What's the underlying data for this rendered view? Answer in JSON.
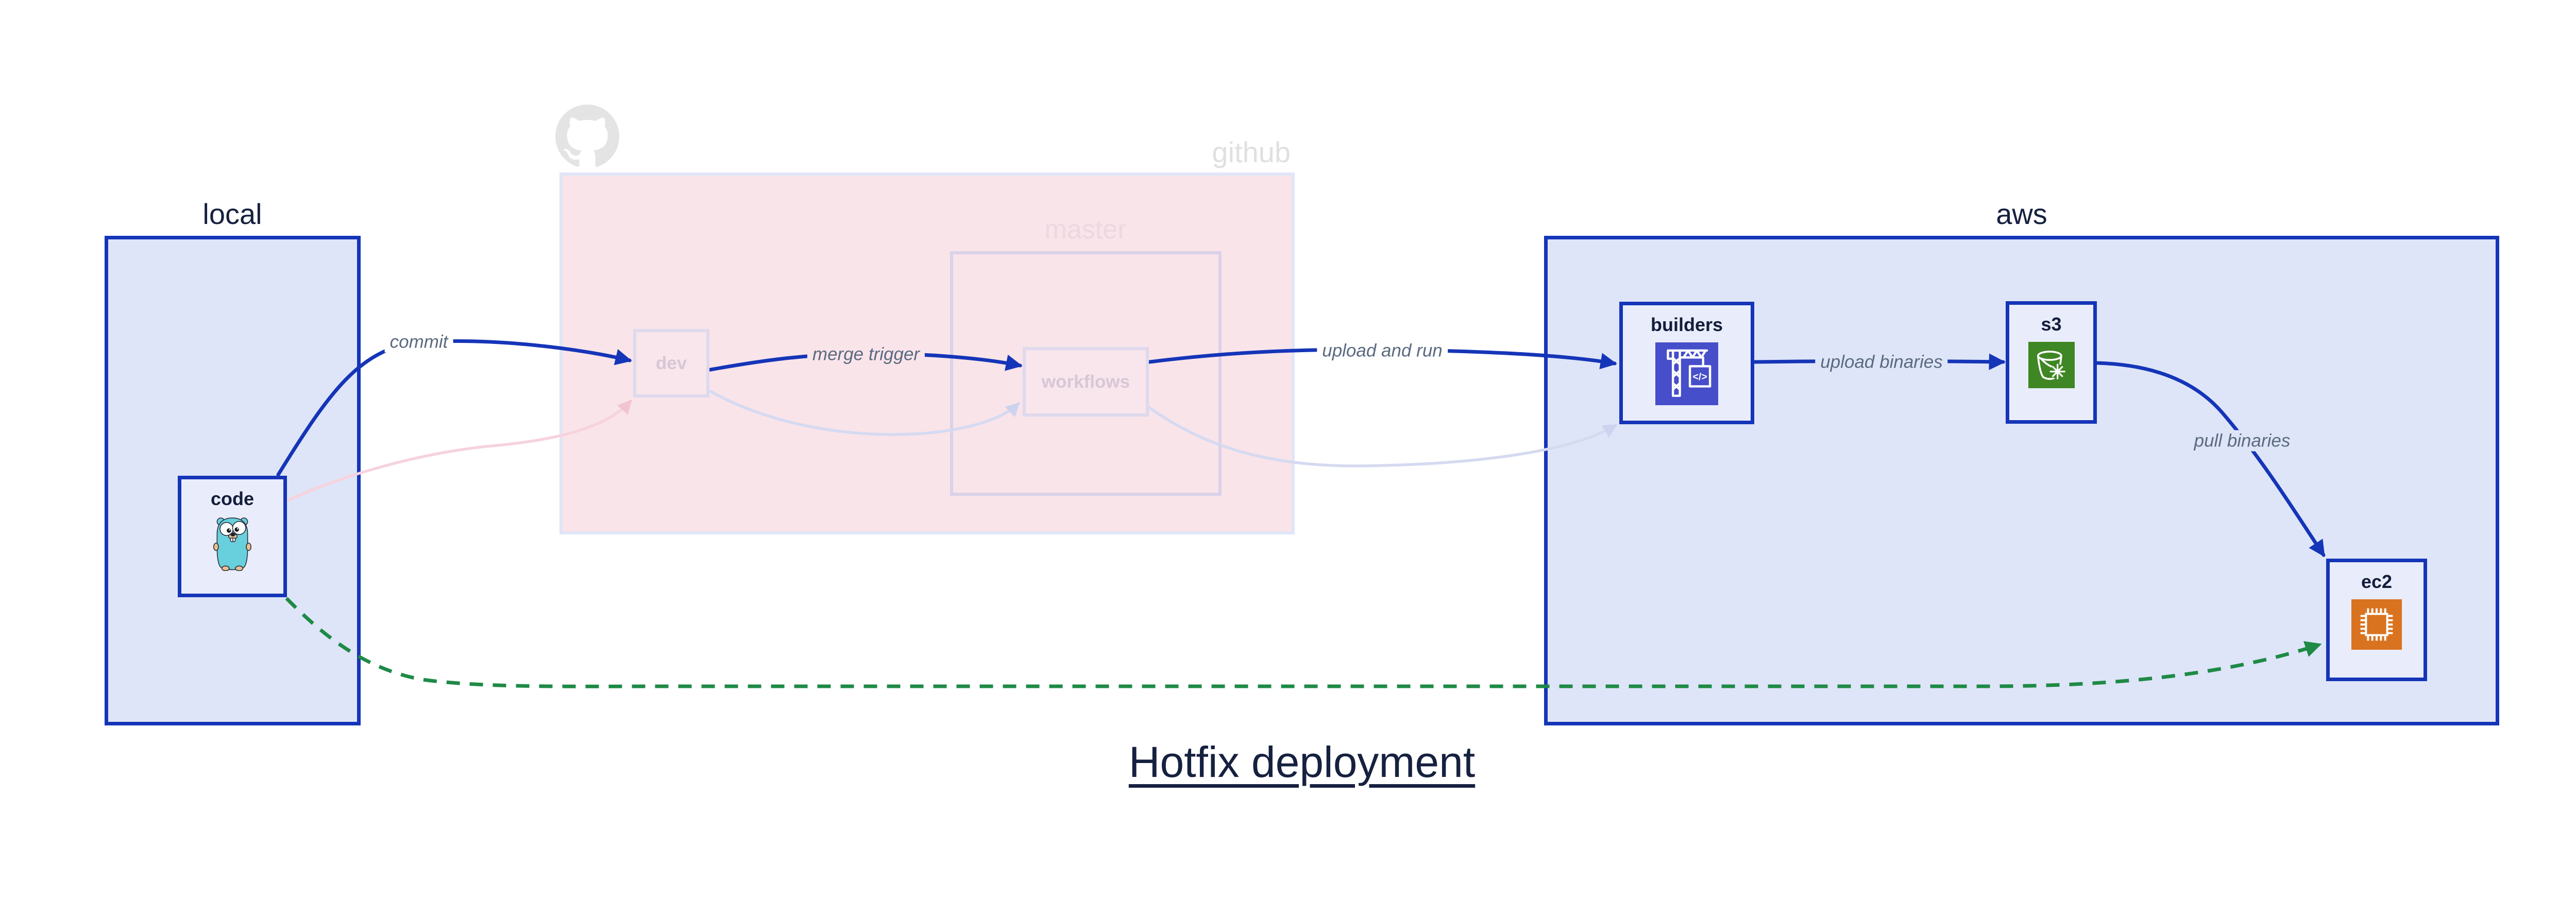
{
  "diagram_title": "Hotfix deployment",
  "regions": {
    "local": {
      "label": "local"
    },
    "github": {
      "label": "github",
      "master": {
        "label": "master"
      }
    },
    "aws": {
      "label": "aws"
    }
  },
  "nodes": {
    "code": {
      "label": "code",
      "icon": "go-gopher-icon"
    },
    "dev": {
      "label": "dev",
      "state": "faded"
    },
    "workflows": {
      "label": "workflows",
      "state": "faded"
    },
    "builders": {
      "label": "builders",
      "icon": "codebuild-crane-icon",
      "icon_glyph": "</>"
    },
    "s3": {
      "label": "s3",
      "icon": "s3-bucket-snowflake-icon"
    },
    "ec2": {
      "label": "ec2",
      "icon": "cpu-chip-icon"
    }
  },
  "edges": {
    "commit": {
      "label": "commit",
      "from": "code",
      "to": "dev",
      "style": "solid",
      "color": "#1535b8"
    },
    "merge_trigger": {
      "label": "merge trigger",
      "from": "dev",
      "to": "workflows",
      "style": "solid",
      "color": "#1535b8"
    },
    "upload_and_run": {
      "label": "upload and run",
      "from": "workflows",
      "to": "builders",
      "style": "solid",
      "color": "#1535b8"
    },
    "upload_binaries": {
      "label": "upload binaries",
      "from": "builders",
      "to": "s3",
      "style": "solid",
      "color": "#1535b8"
    },
    "pull_binaries": {
      "label": "pull binaries",
      "from": "s3",
      "to": "ec2",
      "style": "solid",
      "color": "#1535b8"
    },
    "hotfix_path": {
      "label": "",
      "from": "code",
      "to": "ec2",
      "style": "dashed",
      "color": "#1e8a46"
    },
    "faded_commit": {
      "label": "",
      "from": "code",
      "to": "dev",
      "style": "faded",
      "color": "#f6d3de"
    },
    "faded_merge": {
      "label": "",
      "from": "dev",
      "to": "workflows",
      "style": "faded",
      "color": "#d5daf1"
    },
    "faded_upload_and_run": {
      "label": "",
      "from": "workflows",
      "to": "builders",
      "style": "faded",
      "color": "#d5daf1"
    }
  },
  "colors": {
    "accent_blue": "#1535b8",
    "hotfix_green": "#1e8a46",
    "cloud_bg": "#dee5f8",
    "node_bg": "#e9edfb",
    "github_bg": "#f9e4ea",
    "faded_pink_edge": "#f6d3de",
    "faded_lavender_edge": "#d5daf1",
    "codebuild_indigo": "#474ec9",
    "s3_green": "#3f8624",
    "ec2_orange": "#d9731f",
    "gopher_teal": "#67d0dc"
  }
}
